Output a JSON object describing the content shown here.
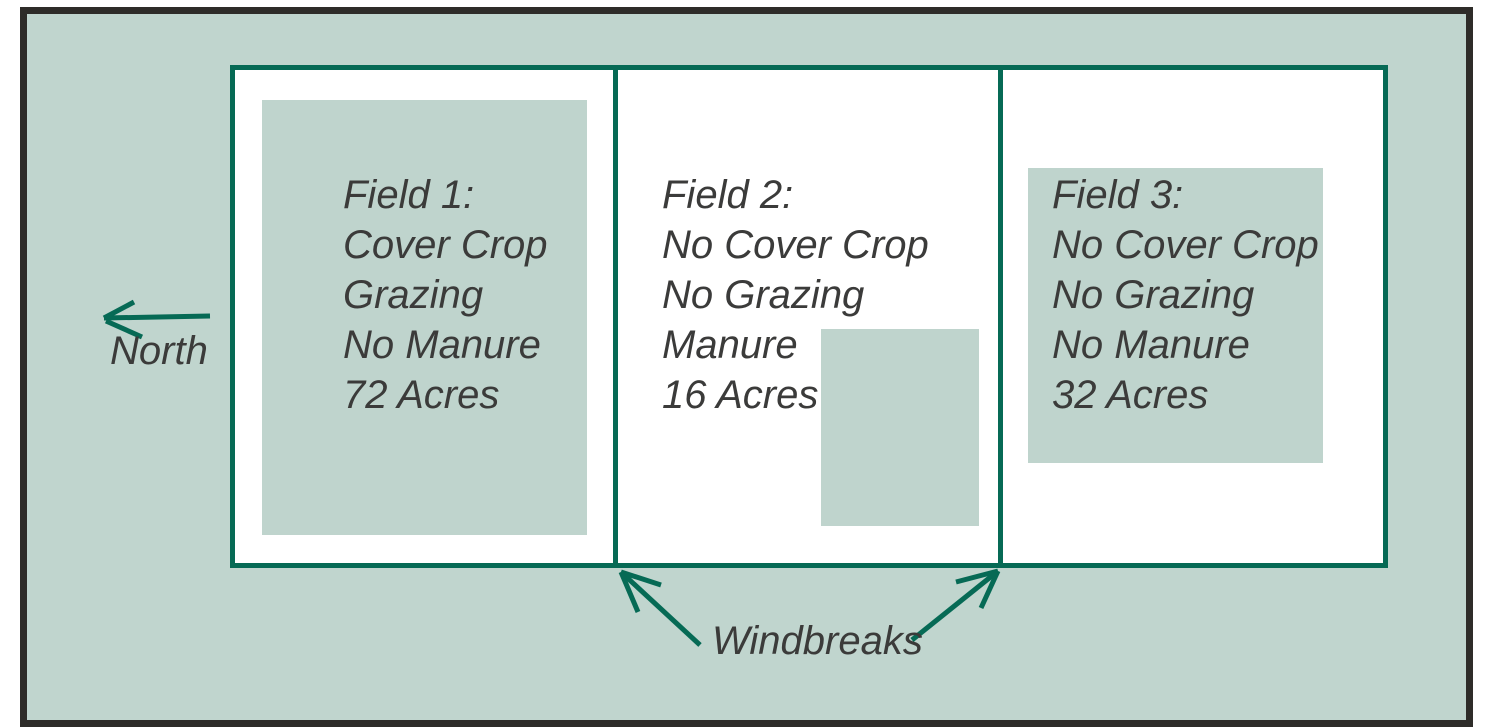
{
  "colors": {
    "page_background": "#ffffff",
    "panel_background": "#c0d5ce",
    "panel_border": "#2e2c29",
    "accent_teal": "#066a55",
    "field_box": "#bfd4cd",
    "plot_background": "#ffffff",
    "text": "#3b3b3a"
  },
  "icons": {
    "north_arrow": "left-arrow",
    "windbreak_arrow_left": "up-left-arrow",
    "windbreak_arrow_right": "up-right-arrow"
  },
  "compass": {
    "label": "North"
  },
  "windbreaks": {
    "label": "Windbreaks"
  },
  "fields": [
    {
      "id": "field-1",
      "lines": [
        "Field 1:",
        "Cover Crop",
        "Grazing",
        "No Manure",
        "72 Acres"
      ]
    },
    {
      "id": "field-2",
      "lines": [
        "Field 2:",
        "No Cover Crop",
        "No Grazing",
        "Manure",
        "16 Acres"
      ]
    },
    {
      "id": "field-3",
      "lines": [
        "Field 3:",
        "No Cover Crop",
        "No Grazing",
        "No Manure",
        "32 Acres"
      ]
    }
  ]
}
